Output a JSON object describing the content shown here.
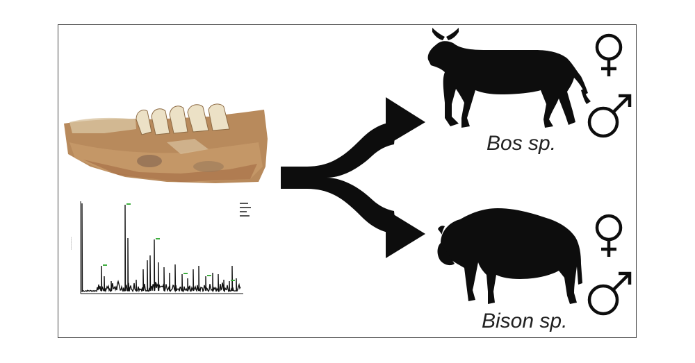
{
  "species": [
    {
      "id": "bos",
      "label": "Bos sp."
    },
    {
      "id": "bison",
      "label": "Bison sp."
    }
  ],
  "colors": {
    "silhouette": "#0d0d0d",
    "arrow": "#0d0d0d",
    "chromatogram_peaks": "#111111",
    "chromatogram_labels": "#3fae3f",
    "bone": "#b98a5e",
    "tooth": "#e9dcc0"
  },
  "icons": [
    "female-symbol-icon",
    "male-symbol-icon",
    "branching-arrow-icon",
    "cattle-silhouette-icon",
    "bison-silhouette-icon"
  ]
}
